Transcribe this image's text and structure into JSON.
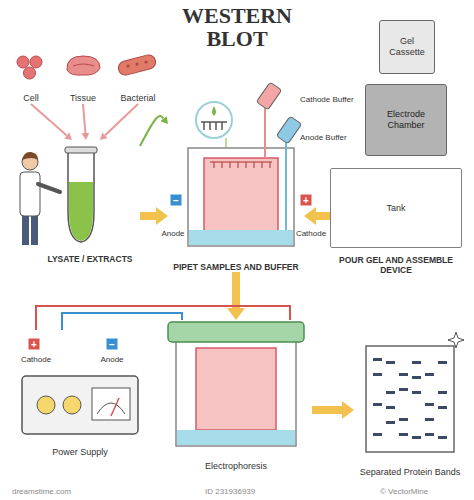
{
  "diagram": {
    "title": "WESTERN BLOT",
    "nodes": [
      {
        "text": [
          "Cell"
        ]
      },
      {
        "text": [
          "Tissue"
        ]
      },
      {
        "text": [
          "Bacterial"
        ]
      },
      {
        "text": [
          "LYSATE / EXTRACTS"
        ]
      },
      {
        "text": [
          "PIPET SAMPLES AND BUFFER"
        ]
      },
      {
        "text": [
          "Tank",
          "POUR GEL AND ASSEMBLE DEVICE"
        ]
      },
      {
        "text": [
          "Gel Cassette"
        ]
      },
      {
        "text": [
          "Electrode Chamber"
        ]
      },
      {
        "text": [
          "Power Supply"
        ]
      },
      {
        "text": [
          "Electrophoresis"
        ]
      },
      {
        "text": [
          "Separated Protein Bands"
        ]
      }
    ],
    "edges": [
      {
        "from": 0,
        "to": 3,
        "arrow": "to"
      },
      {
        "from": 1,
        "to": 3,
        "arrow": "to"
      },
      {
        "from": 2,
        "to": 3,
        "arrow": "to"
      },
      {
        "from": 3,
        "to": 4,
        "arrow": "to"
      },
      {
        "from": 5,
        "to": 4,
        "arrow": "to"
      },
      {
        "from": 4,
        "to": 9,
        "arrow": "to"
      },
      {
        "from": 9,
        "to": 10,
        "arrow": "to"
      },
      {
        "from": 8,
        "to": 9,
        "arrow": "none"
      },
      {
        "from": 8,
        "to": 9,
        "arrow": "none"
      },
      {
        "from": 3,
        "to": 4,
        "arrow": "to"
      }
    ],
    "labels": [
      "Cathode Buffer",
      "Anode Buffer",
      "−",
      "Anode",
      "+",
      "Cathode",
      "+",
      "Cathode",
      "−",
      "Anode",
      "dreamstime.com",
      "ID 231936939",
      "© VectorMine"
    ]
  }
}
